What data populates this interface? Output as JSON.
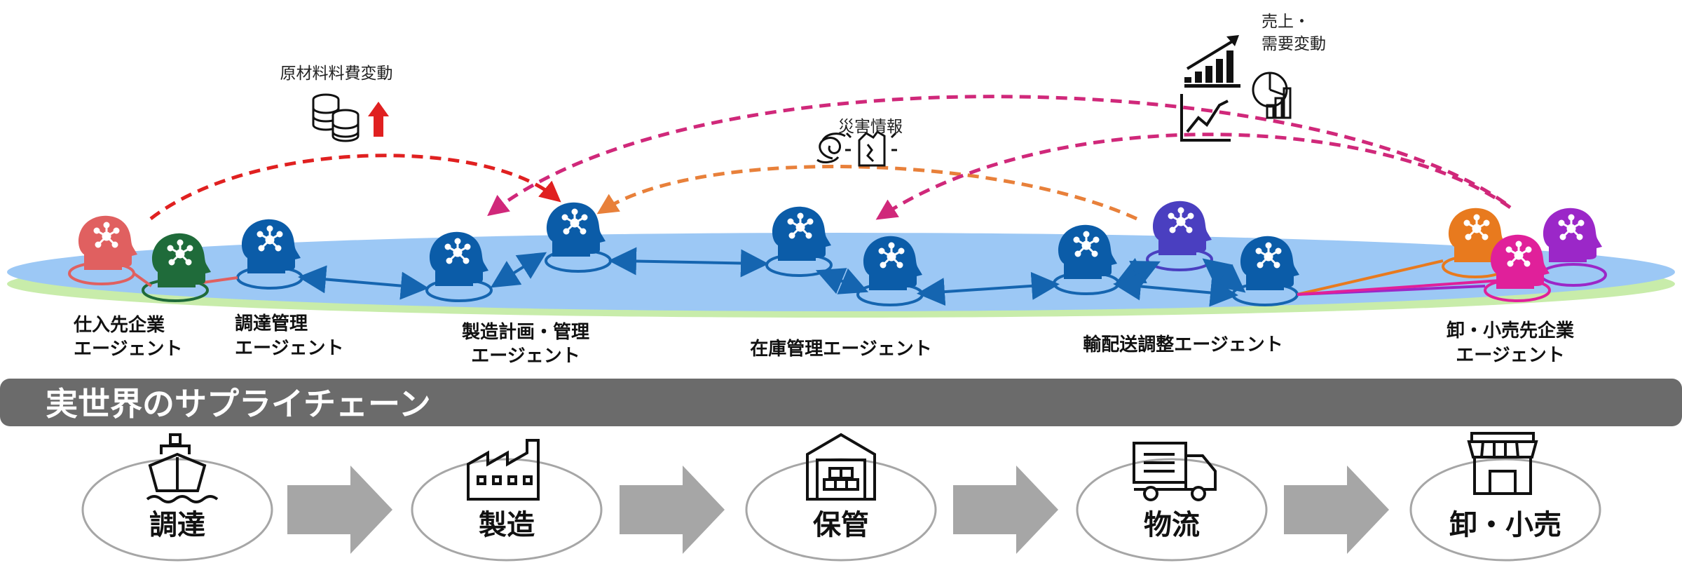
{
  "info_labels": {
    "material_cost": "原材料料費変動",
    "disaster_info": "災害情報",
    "sales_demand_line1": "売上・",
    "sales_demand_line2": "需要変動"
  },
  "agents": {
    "supplier_line1": "仕入先企業",
    "supplier_line2": "エージェント",
    "procurement_line1": "調達管理",
    "procurement_line2": "エージェント",
    "manufacturing_line1": "製造計画・管理",
    "manufacturing_line2": "エージェント",
    "inventory": "在庫管理エージェント",
    "logistics": "輸配送調整エージェント",
    "retail_line1": "卸・小売先企業",
    "retail_line2": "エージェント"
  },
  "banner": {
    "title": "実世界のサプライチェーン"
  },
  "stages": [
    {
      "label": "調達",
      "icon": "ship-icon"
    },
    {
      "label": "製造",
      "icon": "factory-icon"
    },
    {
      "label": "保管",
      "icon": "warehouse-icon"
    },
    {
      "label": "物流",
      "icon": "truck-icon"
    },
    {
      "label": "卸・小売",
      "icon": "store-icon"
    }
  ],
  "colors": {
    "platform_blue": "#9cc8f5",
    "platform_green": "#c8ecaa",
    "agent_blue": "#0b5ca8",
    "supplier_red": "#e06060",
    "supplier_green": "#1f6b3a",
    "agent_purple_blue": "#4a3fc0",
    "retail_orange": "#e87a1e",
    "retail_magenta": "#e0209a",
    "retail_purple": "#9b27c8",
    "arrow_red": "#e02020",
    "arrow_orange": "#e8803a",
    "arrow_magenta": "#d0287a",
    "banner_gray": "#6b6b6b",
    "stage_arrow_gray": "#a6a6a6"
  }
}
